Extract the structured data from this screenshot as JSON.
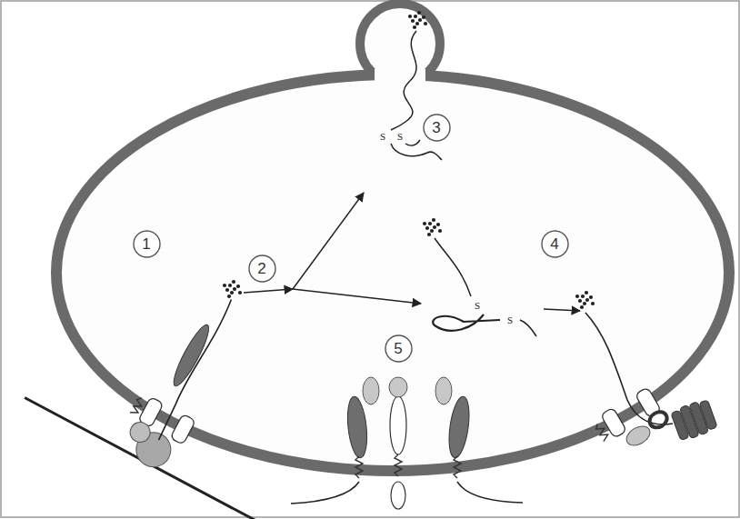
{
  "diagram": {
    "nodes": [
      {
        "text": [
          "1"
        ]
      },
      {
        "text": [
          "2"
        ]
      },
      {
        "text": [
          "3"
        ]
      },
      {
        "text": [
          "4"
        ]
      },
      {
        "text": [
          "5"
        ]
      }
    ],
    "labels": [
      "S",
      "S",
      "S",
      "S"
    ]
  }
}
